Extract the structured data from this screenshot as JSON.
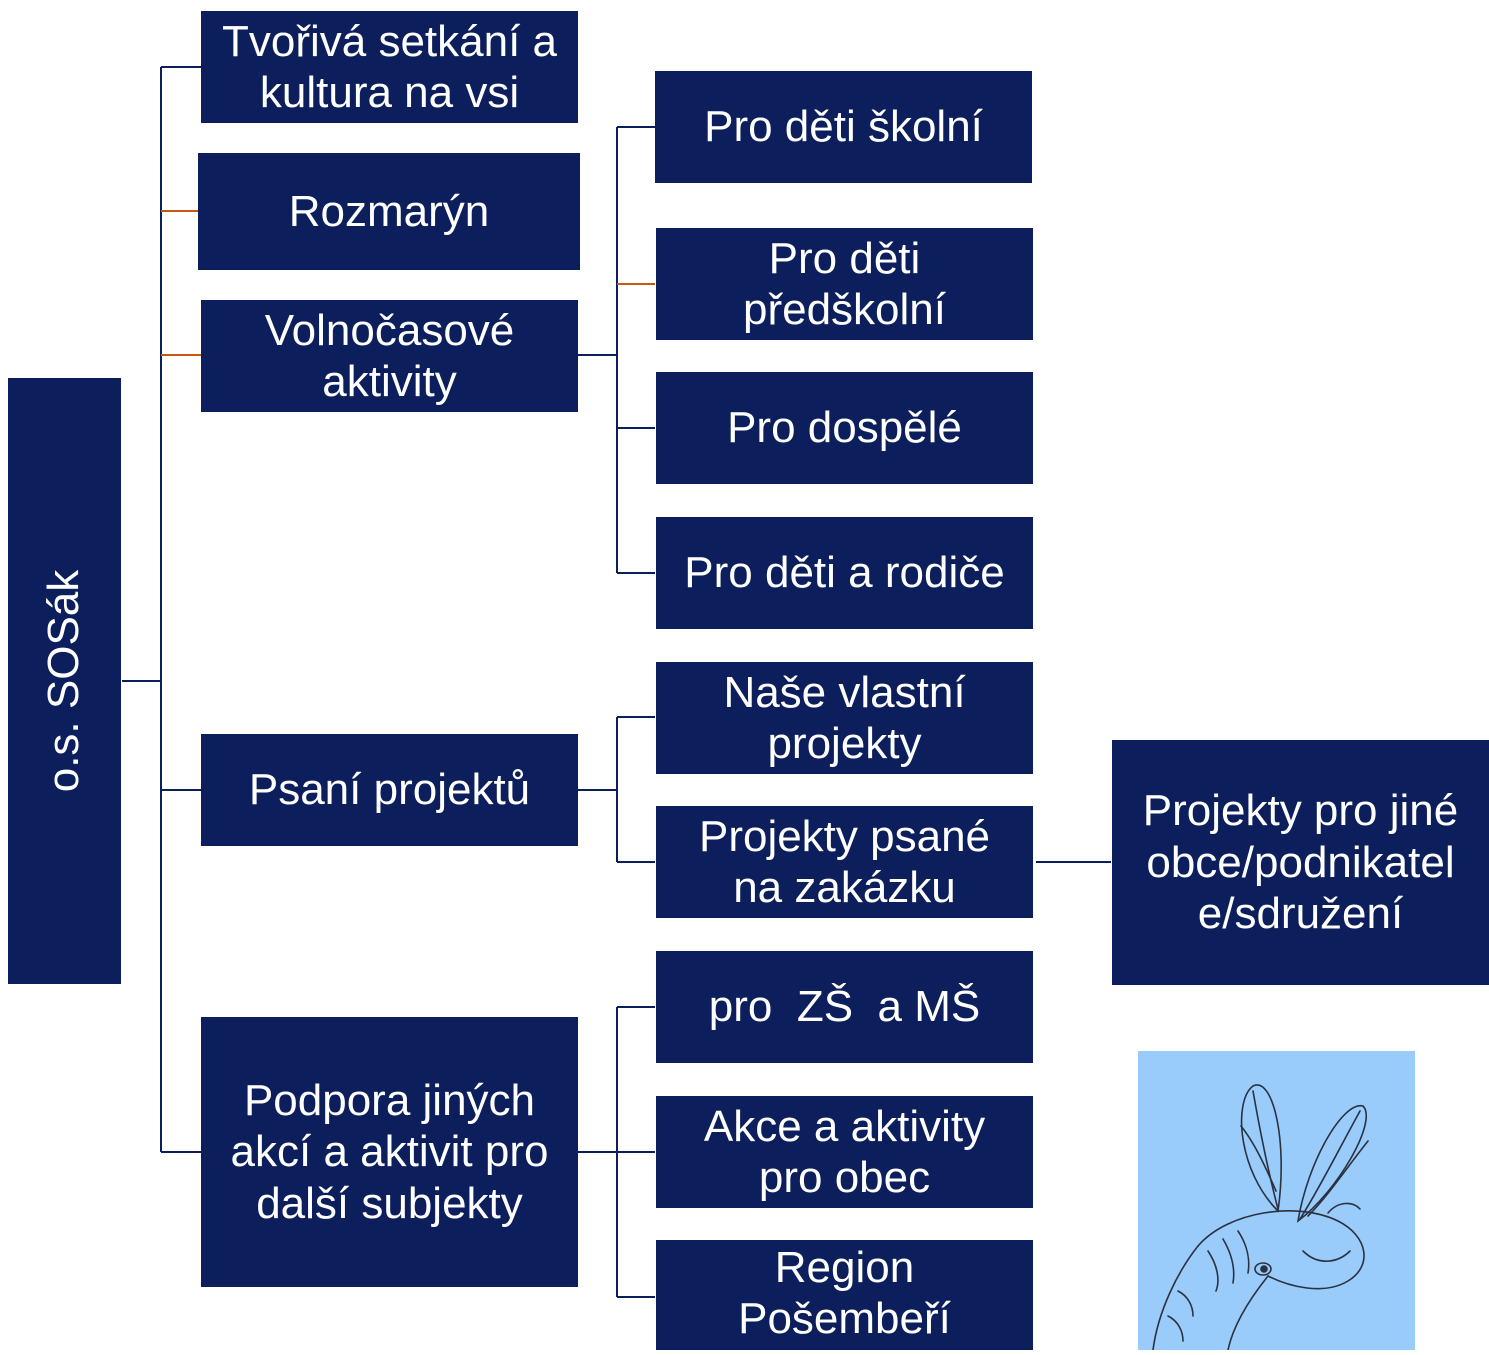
{
  "colors": {
    "box": "#0c1f5c",
    "box_text": "#ffffff",
    "connector": "#0c1f5c",
    "connector_accent": "#c55a11",
    "illustration_bg": "#99ccfa"
  },
  "root": {
    "label": "o.s. SOSák"
  },
  "level1": [
    {
      "label": "Tvořivá setkání a\nkultura na vsi"
    },
    {
      "label": "Rozmarýn"
    },
    {
      "label": "Volnočasové\naktivity"
    },
    {
      "label": "Psaní projektů"
    },
    {
      "label": "Podpora jiných\nakcí a aktivit pro\ndalší subjekty"
    }
  ],
  "volnocasove_children": [
    {
      "label": "Pro děti školní"
    },
    {
      "label": "Pro děti\npředškolní"
    },
    {
      "label": "Pro dospělé"
    },
    {
      "label": "Pro děti a rodiče"
    }
  ],
  "projekty_children": [
    {
      "label": "Naše vlastní\nprojekty"
    },
    {
      "label": "Projekty psané\nna zakázku"
    }
  ],
  "zakazka_child": {
    "label": "Projekty pro jiné\nobce/podnikatel\ne/sdružení"
  },
  "podpora_children": [
    {
      "label": "pro  ZŠ  a MŠ"
    },
    {
      "label": "Akce a aktivity\npro obec"
    },
    {
      "label": "Region\nPošembeří"
    }
  ],
  "illustration": {
    "subject": "hand-drawn winged creature sketch"
  }
}
